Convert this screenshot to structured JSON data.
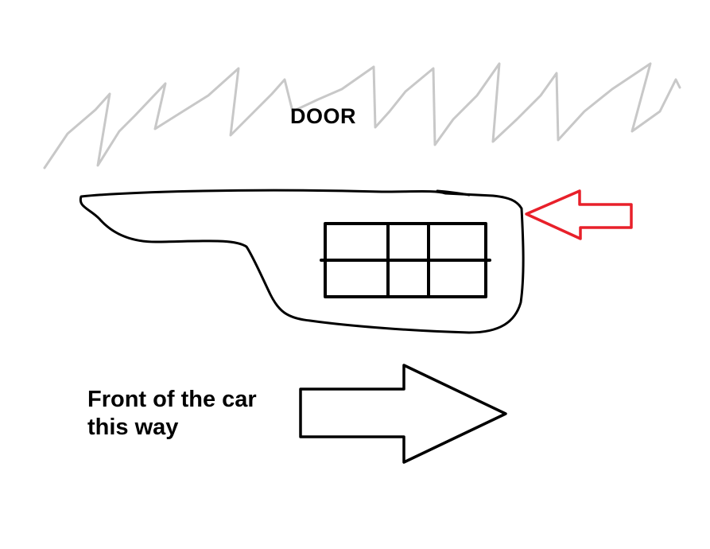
{
  "labels": {
    "door": "DOOR",
    "direction_line1": "Front of the car",
    "direction_line2": "this way"
  },
  "colors": {
    "ink": "#000000",
    "door_sketch": "#c8c8c8",
    "highlight_arrow": "#e8202a",
    "background": "#ffffff"
  }
}
